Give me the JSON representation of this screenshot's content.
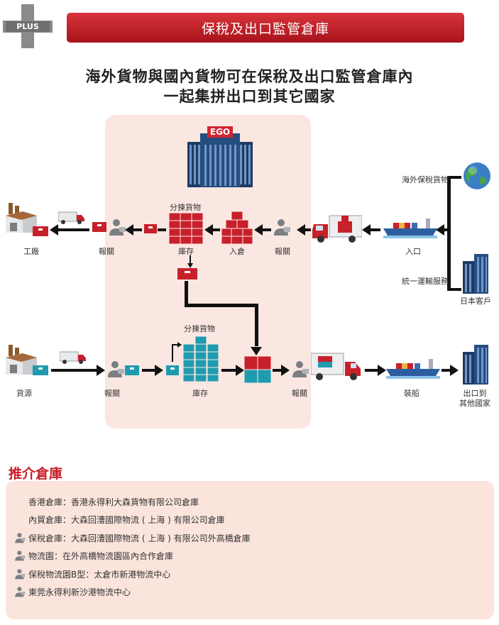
{
  "header": {
    "badge": "PLUS",
    "title": "保稅及出口監管倉庫"
  },
  "headline": {
    "line1": "海外貨物與國內貨物可在保稅及出口監管倉庫內",
    "line2": "一起集拼出口到其它國家"
  },
  "diagram": {
    "building_sign": "EGO",
    "top_row": {
      "factory": "工廠",
      "customs_left": "報關",
      "stock": "庫存",
      "sorting": "分揀貨物",
      "inbound": "入倉",
      "customs_right": "報關",
      "entry": "入口",
      "overseas_goods": "海外保稅貨物",
      "unified_transport": "統一運輸服務",
      "japan_customer": "日本客戶"
    },
    "bottom_row": {
      "source": "貨源",
      "customs_left": "報關",
      "stock": "庫存",
      "sorting": "分揀貨物",
      "customs_right": "報關",
      "shipping": "裝船",
      "export_line1": "出口到",
      "export_line2": "其他國家"
    }
  },
  "recommended": {
    "title": "推介倉庫",
    "items": [
      {
        "text": "香港倉庫：香港永得利大森貨物有限公司倉庫",
        "icon": false
      },
      {
        "text": "內貿倉庫：大森回漕國際物流 ( 上海 ) 有限公司倉庫",
        "icon": false
      },
      {
        "text": "保稅倉庫：大森回漕國際物流 ( 上海 ) 有限公司外高橋倉庫",
        "icon": true
      },
      {
        "text": "物流園：在外高橋物流園區內合作倉庫",
        "icon": true
      },
      {
        "text": "保稅物流園B型：太倉市新港物流中心",
        "icon": true
      },
      {
        "text": "東莞永得利新沙港物流中心",
        "icon": true
      }
    ]
  },
  "colors": {
    "red": "#c8202a",
    "teal": "#1f9bb0",
    "navy": "#1d3a63",
    "zone": "#fbe7e1"
  }
}
